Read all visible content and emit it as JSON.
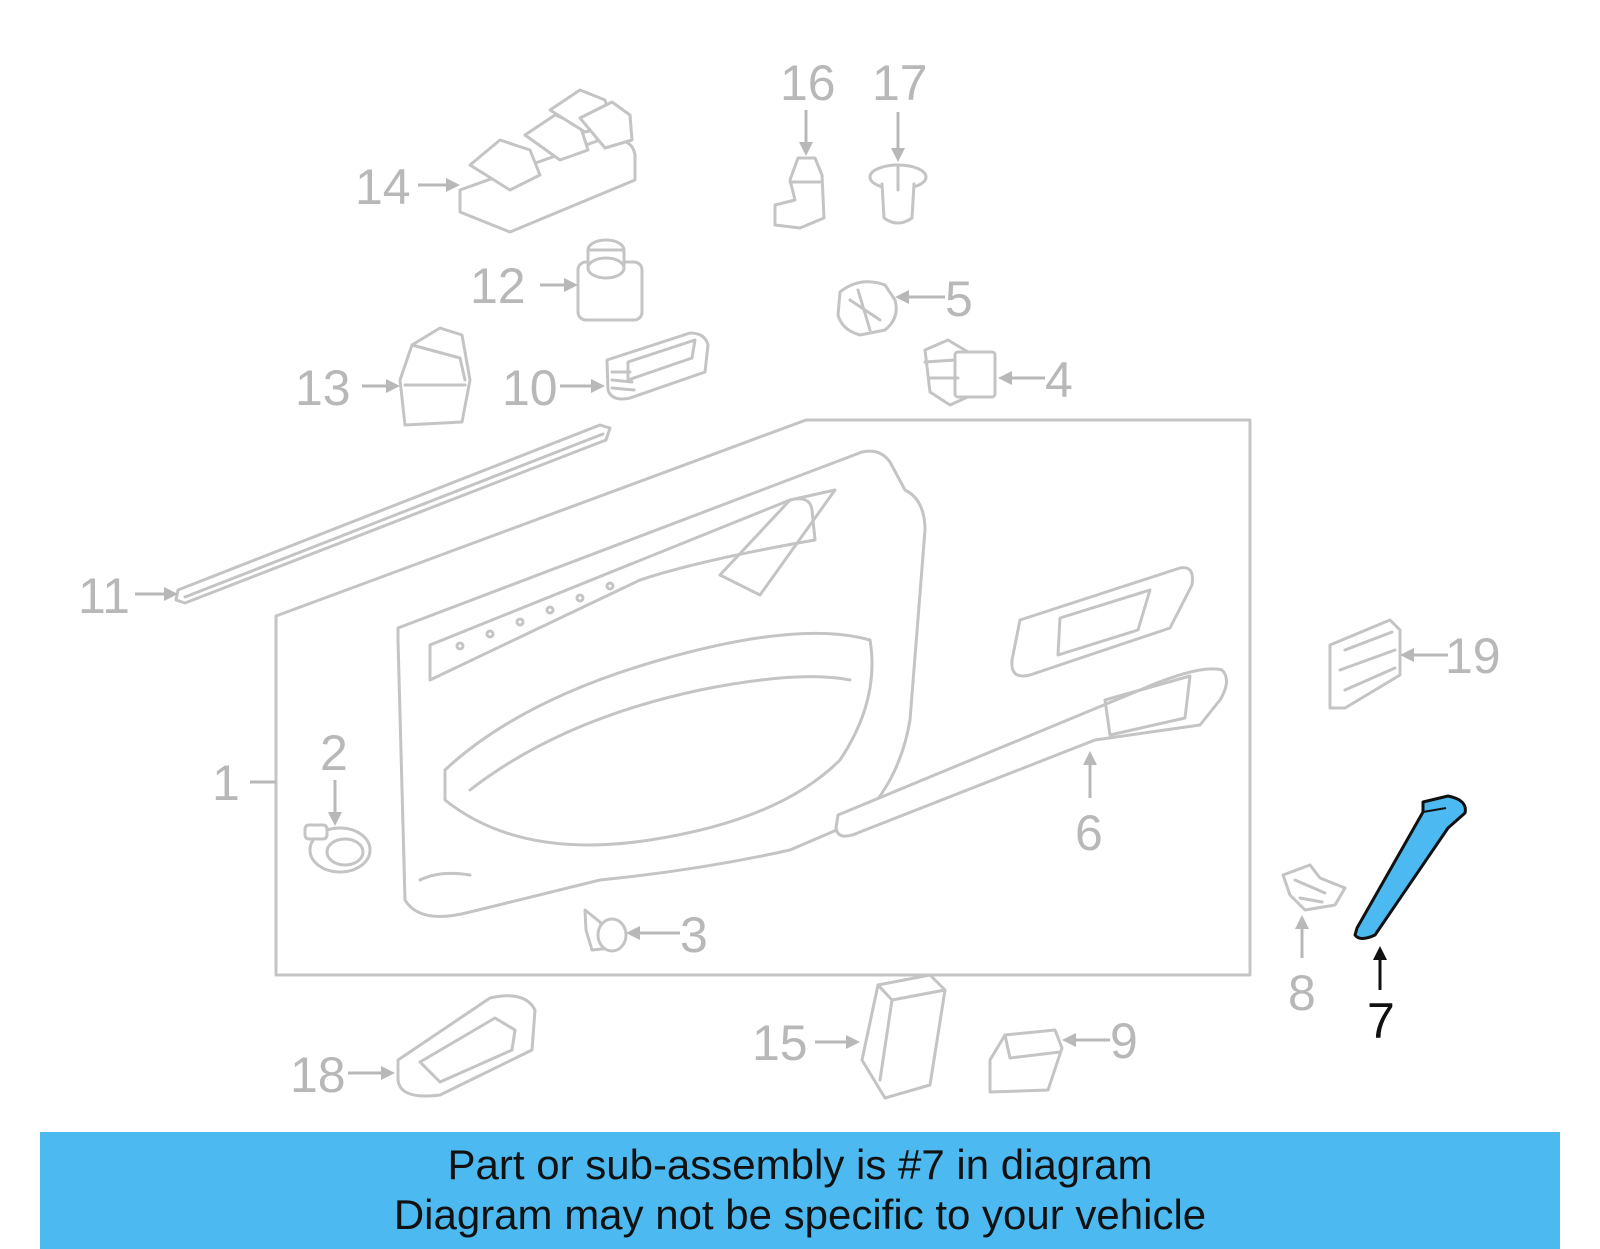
{
  "callouts": {
    "c1": "1",
    "c2": "2",
    "c3": "3",
    "c4": "4",
    "c5": "5",
    "c6": "6",
    "c7": "7",
    "c8": "8",
    "c9": "9",
    "c10": "10",
    "c11": "11",
    "c12": "12",
    "c13": "13",
    "c14": "14",
    "c15": "15",
    "c16": "16",
    "c17": "17",
    "c18": "18",
    "c19": "19"
  },
  "highlight": {
    "part": "7",
    "color": "#4cb9f0"
  },
  "banner": {
    "line1": "Part or sub-assembly is #7 in diagram",
    "line2": "Diagram may not be specific to your vehicle",
    "background": "#4cb9f0"
  }
}
